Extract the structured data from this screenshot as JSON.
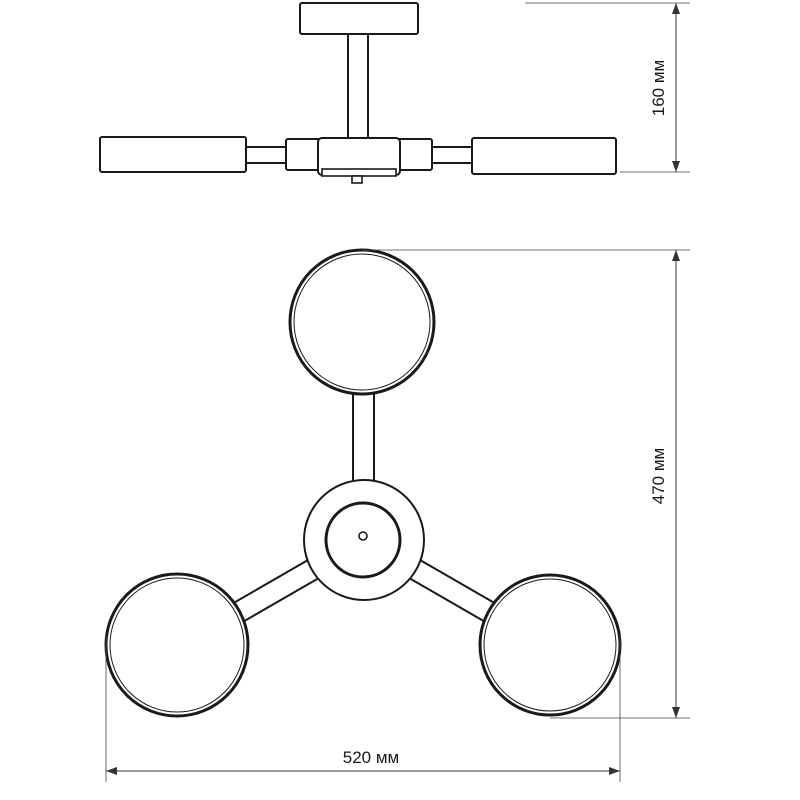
{
  "dimensions": {
    "height": "160 мм",
    "overall_height": "470 мм",
    "width": "520 мм"
  }
}
